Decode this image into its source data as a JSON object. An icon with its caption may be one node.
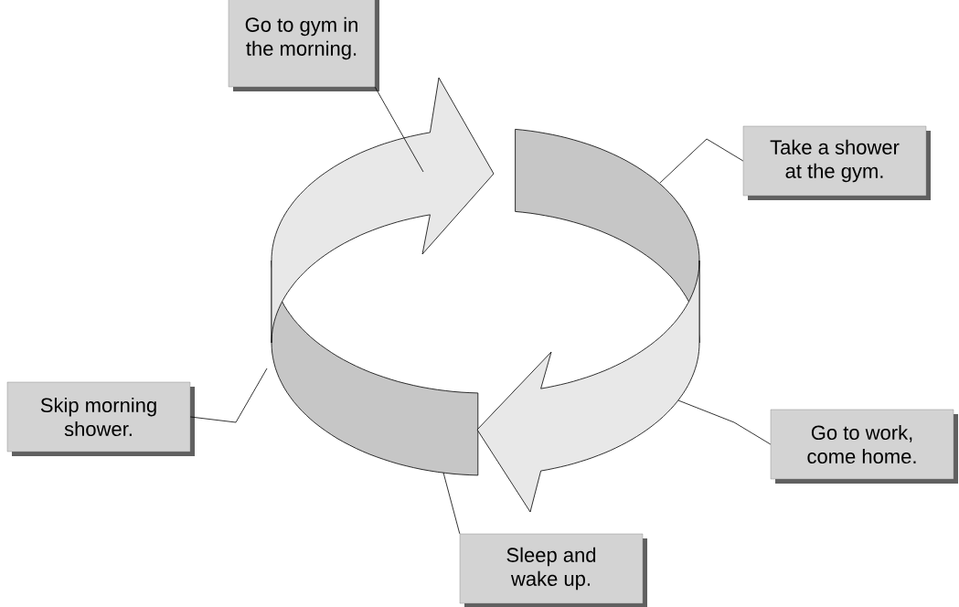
{
  "diagram": {
    "nodes": [
      {
        "text": [
          "Go to gym in the morning."
        ]
      },
      {
        "text": [
          "Take a shower at the gym."
        ]
      },
      {
        "text": [
          "Go to work, come home."
        ]
      },
      {
        "text": [
          "Skip morning shower."
        ]
      },
      {
        "text": [
          "Sleep and wake up."
        ]
      }
    ],
    "edges": [
      {
        "from": 0,
        "to": null,
        "arrow": "none"
      },
      {
        "from": 1,
        "to": null,
        "arrow": "none"
      },
      {
        "from": 2,
        "to": null,
        "arrow": "none"
      },
      {
        "from": 3,
        "to": null,
        "arrow": "none"
      },
      {
        "from": 4,
        "to": null,
        "arrow": "none"
      }
    ]
  }
}
